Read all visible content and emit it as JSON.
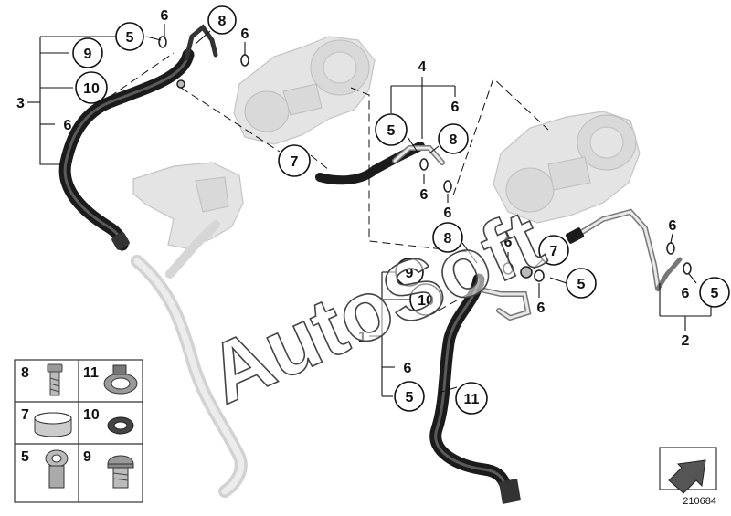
{
  "diagram": {
    "reference_number": "210684",
    "watermark": "AutoSoft",
    "callouts": {
      "group_a": {
        "main": "3",
        "items": [
          "5",
          "9",
          "10",
          "6"
        ]
      },
      "top_hose": [
        "6",
        "8",
        "6"
      ],
      "pos_7_left": "7",
      "group_b": {
        "main": "4",
        "items": [
          "5",
          "6",
          "8",
          "6",
          "6"
        ]
      },
      "center_8": "8",
      "center_6": "6",
      "group_c": {
        "main": "1",
        "items": [
          "9",
          "10",
          "6",
          "5"
        ],
        "hose": "11"
      },
      "right_cluster": [
        "7",
        "6",
        "5"
      ],
      "group_d": {
        "main": "2",
        "items": [
          "6",
          "6",
          "5"
        ]
      }
    },
    "legend": [
      {
        "number": "8",
        "part": "hollow-bolt"
      },
      {
        "number": "11",
        "part": "hose-clamp"
      },
      {
        "number": "7",
        "part": "band-clamp"
      },
      {
        "number": "10",
        "part": "sealing-ring"
      },
      {
        "number": "5",
        "part": "banjo-fitting"
      },
      {
        "number": "9",
        "part": "screw-plug"
      }
    ]
  }
}
